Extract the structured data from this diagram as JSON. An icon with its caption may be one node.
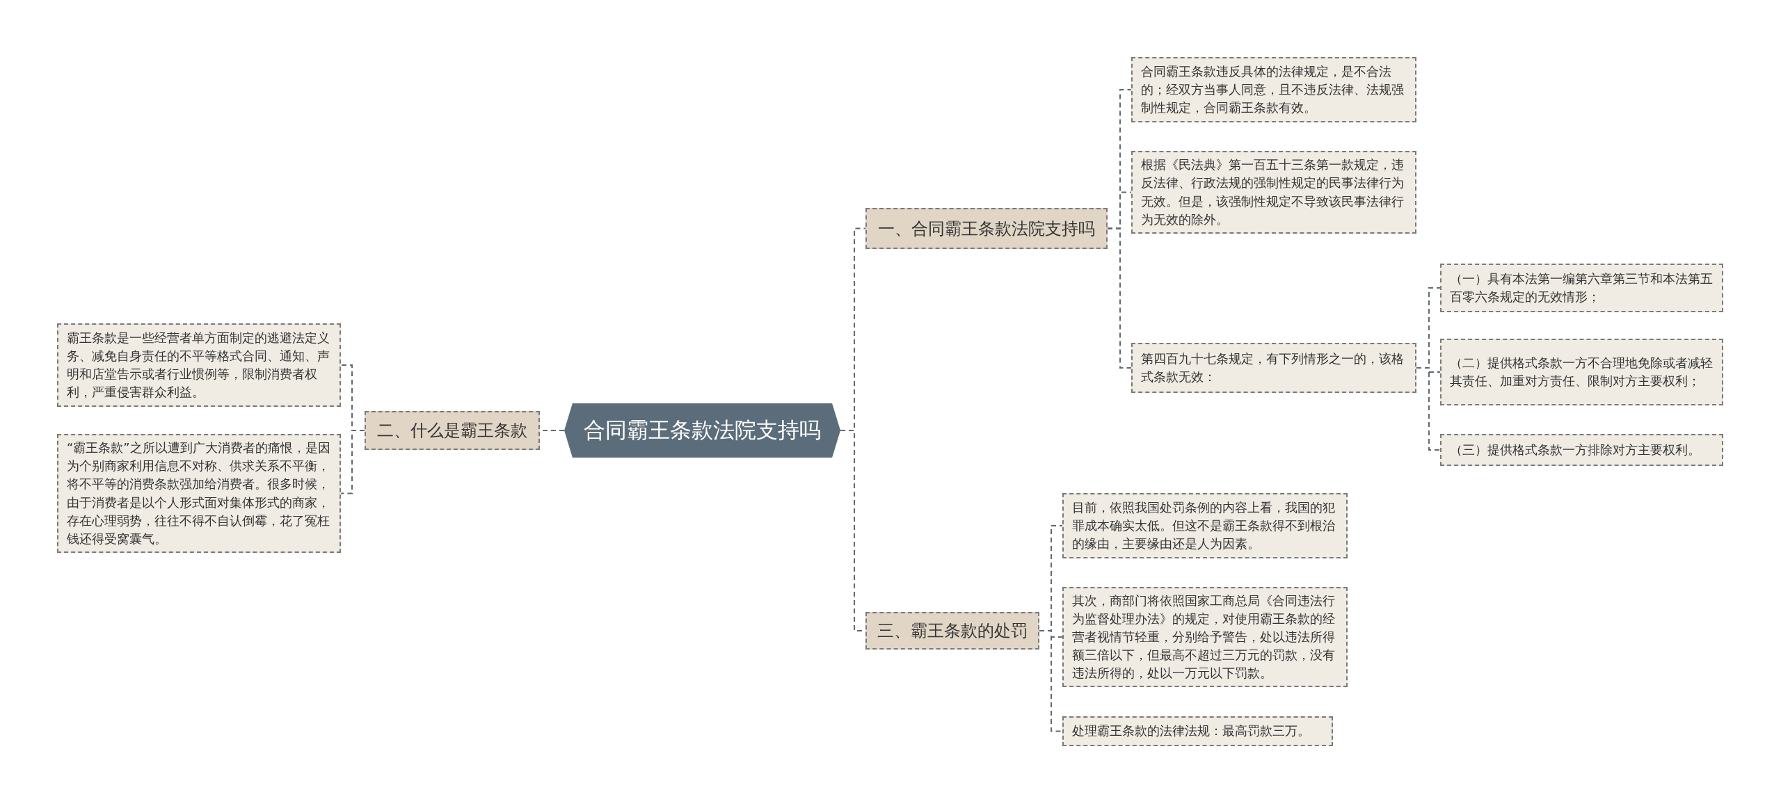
{
  "diagram": {
    "nodes": [
      {
        "text": [
          "合同霸王条款法院支持吗"
        ]
      },
      {
        "text": [
          "一、合同霸王条款法院支持吗"
        ]
      },
      {
        "text": [
          "合同霸王条款违反具体的法律规定，是不合法的；经双方当事人同意，且不违反法律、法规强制性规定，合同霸王条款有效。"
        ]
      },
      {
        "text": [
          "根据《民法典》第一百五十三条第一款规定，违反法律、行政法规的强制性规定的民事法律行为无效。但是，该强制性规定不导致该民事法律行为无效的除外。"
        ]
      },
      {
        "text": [
          "第四百九十七条规定，有下列情形之一的，该格式条款无效："
        ]
      },
      {
        "text": [
          "（一）具有本法第一编第六章第三节和本法第五百零六条规定的无效情形；"
        ]
      },
      {
        "text": [
          "（二）提供格式条款一方不合理地免除或者减轻其责任、加重对方责任、限制对方主要权利；"
        ]
      },
      {
        "text": [
          "（三）提供格式条款一方排除对方主要权利。"
        ]
      },
      {
        "text": [
          "二、什么是霸王条款"
        ]
      },
      {
        "text": [
          "霸王条款是一些经营者单方面制定的逃避法定义务、减免自身责任的不平等格式合同、通知、声明和店堂告示或者行业惯例等，限制消费者权利，严重侵害群众利益。"
        ]
      },
      {
        "text": [
          "“霸王条款”之所以遭到广大消费者的痛恨，是因为个别商家利用信息不对称、供求关系不平衡，将不平等的消费条款强加给消费者。很多时候，由于消费者是以个人形式面对集体形式的商家，存在心理弱势，往往不得不自认倒霉，花了冤枉钱还得受窝囊气。"
        ]
      },
      {
        "text": [
          "三、霸王条款的处罚"
        ]
      },
      {
        "text": [
          "目前，依照我国处罚条例的内容上看，我国的犯罪成本确实太低。但这不是霸王条款得不到根治的缘由，主要缘由还是人为因素。"
        ]
      },
      {
        "text": [
          "其次，商部门将依照国家工商总局《合同违法行为监督处理办法》的规定，对使用霸王条款的经营者视情节轻重，分别给予警告，处以违法所得额三倍以下，但最高不超过三万元的罚款，没有违法所得的，处以一万元以下罚款。"
        ]
      },
      {
        "text": [
          "处理霸王条款的法律法规：最高罚款三万。"
        ]
      }
    ],
    "edges": [
      {
        "from": 0,
        "to": 1,
        "arrow": "none"
      },
      {
        "from": 1,
        "to": 2,
        "arrow": "none"
      },
      {
        "from": 1,
        "to": 3,
        "arrow": "none"
      },
      {
        "from": 1,
        "to": 4,
        "arrow": "none"
      },
      {
        "from": 4,
        "to": 5,
        "arrow": "none"
      },
      {
        "from": 4,
        "to": 6,
        "arrow": "none"
      },
      {
        "from": 4,
        "to": 7,
        "arrow": "none"
      },
      {
        "from": 0,
        "to": 8,
        "arrow": "none"
      },
      {
        "from": 8,
        "to": 9,
        "arrow": "none"
      },
      {
        "from": 8,
        "to": 10,
        "arrow": "none"
      },
      {
        "from": 0,
        "to": 11,
        "arrow": "none"
      },
      {
        "from": 11,
        "to": 12,
        "arrow": "none"
      },
      {
        "from": 11,
        "to": 13,
        "arrow": "none"
      },
      {
        "from": 11,
        "to": 14,
        "arrow": "none"
      }
    ]
  }
}
